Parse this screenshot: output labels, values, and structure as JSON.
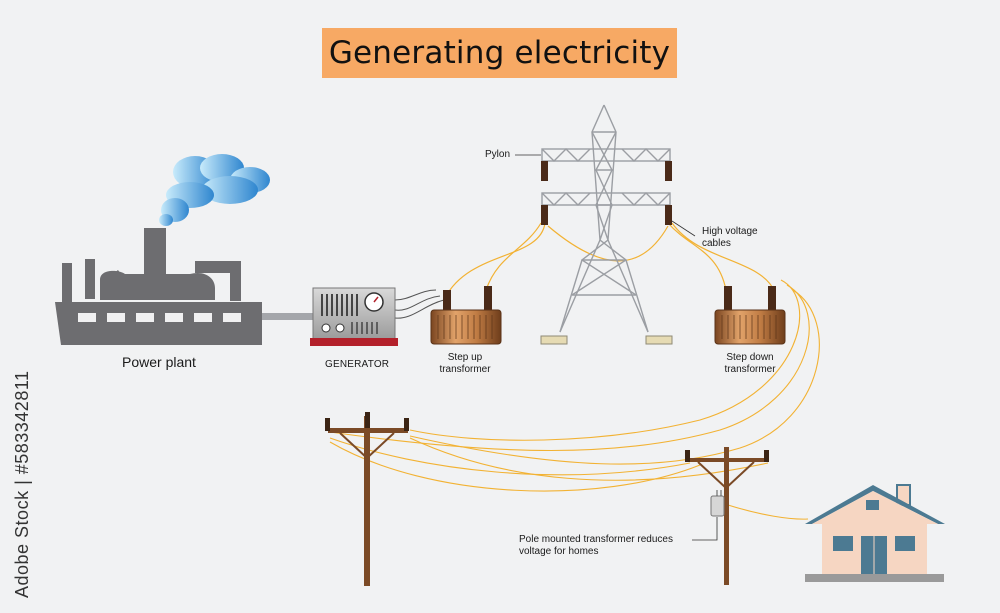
{
  "title": "Generating electricity",
  "labels": {
    "power_plant": "Power plant",
    "generator": "GENERATOR",
    "step_up_line1": "Step up",
    "step_up_line2": "transformer",
    "pylon": "Pylon",
    "high_voltage_line1": "High voltage",
    "high_voltage_line2": "cables",
    "step_down_line1": "Step down",
    "step_down_line2": "transformer",
    "pole_transformer_line1": "Pole mounted transformer reduces",
    "pole_transformer_line2": "voltage for homes"
  },
  "credit": "Adobe Stock | #583342811",
  "watermark": "Adobe Stock",
  "colors": {
    "title_bg": "#f7a964",
    "factory": "#6b6b6d",
    "smoke_light": "#bfe6f9",
    "smoke_dark": "#3f8fd1",
    "cable": "#f2b233",
    "wood_pole": "#7b4a26",
    "transformer_copper": "#b3703a",
    "house_wall": "#f6d6c2",
    "house_roof": "#4c7a92"
  }
}
